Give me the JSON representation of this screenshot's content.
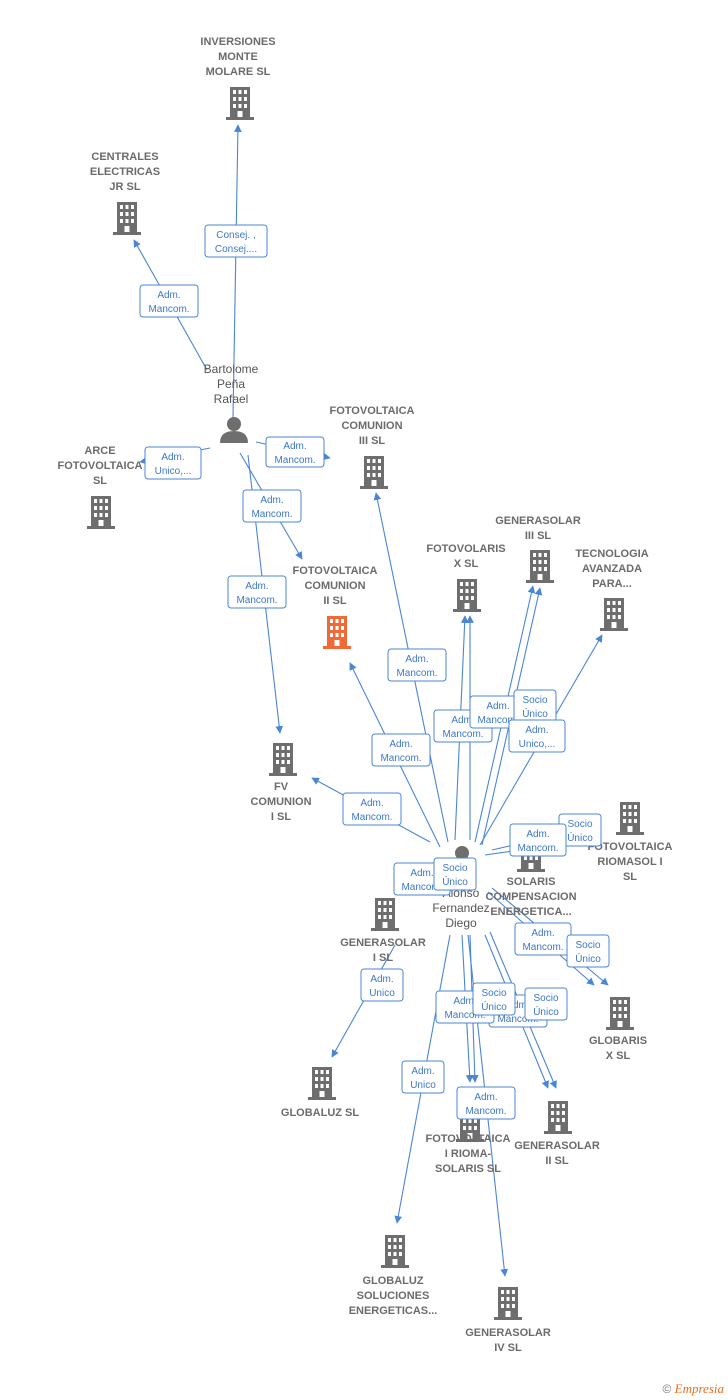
{
  "colors": {
    "edge": "#4a86d4",
    "building": "#6e6e6e",
    "highlight": "#f06a35",
    "person": "#6e6e6e"
  },
  "nodes": [
    {
      "id": "inversiones",
      "type": "company",
      "lines": [
        "INVERSIONES",
        "MONTE",
        "MOLARE  SL"
      ]
    },
    {
      "id": "centrales",
      "type": "company",
      "lines": [
        "CENTRALES",
        "ELECTRICAS",
        "JR SL"
      ]
    },
    {
      "id": "bartolome",
      "type": "person",
      "lines": [
        "Bartolome",
        "Peña",
        "Rafael"
      ]
    },
    {
      "id": "arce",
      "type": "company",
      "lines": [
        "ARCE",
        "FOTOVOLTAICA",
        "SL"
      ]
    },
    {
      "id": "fotoIII",
      "type": "company",
      "lines": [
        "FOTOVOLTAICA",
        "COMUNION",
        "III  SL"
      ]
    },
    {
      "id": "fotoII",
      "type": "company-highlight",
      "lines": [
        "FOTOVOLTAICA",
        "COMUNION",
        "II  SL"
      ]
    },
    {
      "id": "fvI",
      "type": "company",
      "lines": [
        "FV",
        "COMUNION",
        "I  SL"
      ]
    },
    {
      "id": "fotovolaris",
      "type": "company",
      "lines": [
        "FOTOVOLARIS",
        "X  SL"
      ]
    },
    {
      "id": "generasolarIII",
      "type": "company",
      "lines": [
        "GENERASOLAR",
        "III  SL"
      ]
    },
    {
      "id": "tecnologia",
      "type": "company",
      "lines": [
        "TECNOLOGIA",
        "AVANZADA",
        "PARA..."
      ]
    },
    {
      "id": "riomasol",
      "type": "company",
      "lines": [
        "FOTOVOLTAICA",
        "RIOMASOL I",
        "SL"
      ]
    },
    {
      "id": "solaris",
      "type": "company",
      "lines": [
        "SOLARIS",
        "COMPENSACION",
        "ENERGETICA..."
      ]
    },
    {
      "id": "alonso",
      "type": "person",
      "lines": [
        "Alonso",
        "Fernandez",
        "Diego"
      ]
    },
    {
      "id": "generasolarI",
      "type": "company",
      "lines": [
        "GENERASOLAR",
        "I  SL"
      ]
    },
    {
      "id": "globaris",
      "type": "company",
      "lines": [
        "GLOBARIS",
        "X  SL"
      ]
    },
    {
      "id": "globaluz",
      "type": "company",
      "lines": [
        "GLOBALUZ SL"
      ]
    },
    {
      "id": "rioma",
      "type": "company",
      "lines": [
        "FOTOVOLTAICA",
        "I RIOMA-",
        "SOLARIS  SL"
      ]
    },
    {
      "id": "generasolarII",
      "type": "company",
      "lines": [
        "GENERASOLAR",
        "II  SL"
      ]
    },
    {
      "id": "globaluzSol",
      "type": "company",
      "lines": [
        "GLOBALUZ",
        "SOLUCIONES",
        "ENERGETICAS..."
      ]
    },
    {
      "id": "generasolarIV",
      "type": "company",
      "lines": [
        "GENERASOLAR",
        "IV  SL"
      ]
    }
  ],
  "relations": [
    {
      "id": "r-consej",
      "from": "bartolome",
      "to": "inversiones",
      "lines": [
        "Consej. ,",
        "Consej...."
      ]
    },
    {
      "id": "r-b-centrales",
      "from": "bartolome",
      "to": "centrales",
      "lines": [
        "Adm.",
        "Mancom."
      ]
    },
    {
      "id": "r-b-arce",
      "from": "bartolome",
      "to": "arce",
      "lines": [
        "Adm.",
        "Unico,..."
      ]
    },
    {
      "id": "r-b-fotoIII",
      "from": "bartolome",
      "to": "fotoIII",
      "lines": [
        "Adm.",
        "Mancom."
      ]
    },
    {
      "id": "r-b-fotoII",
      "from": "bartolome",
      "to": "fotoII",
      "lines": [
        "Adm.",
        "Mancom."
      ]
    },
    {
      "id": "r-b-fvI",
      "from": "bartolome",
      "to": "fvI",
      "lines": [
        "Adm.",
        "Mancom."
      ]
    },
    {
      "id": "r-a-fotoIII",
      "from": "alonso",
      "to": "fotoIII",
      "lines": [
        "Adm.",
        "Mancom."
      ]
    },
    {
      "id": "r-a-fotoII",
      "from": "alonso",
      "to": "fotoII",
      "lines": [
        "Adm.",
        "Mancom."
      ]
    },
    {
      "id": "r-a-fvI",
      "from": "alonso",
      "to": "fvI",
      "lines": [
        "Adm.",
        "Mancom."
      ]
    },
    {
      "id": "r-a-fotovolaris-1",
      "from": "alonso",
      "to": "fotovolaris",
      "lines": [
        "Adm.",
        "Mancom."
      ]
    },
    {
      "id": "r-a-fotovolaris-2",
      "from": "alonso",
      "to": "fotovolaris",
      "lines": [
        "Adm.",
        "Mancom."
      ]
    },
    {
      "id": "r-a-genIII-1",
      "from": "alonso",
      "to": "generasolarIII",
      "lines": [
        "Socio",
        "Único"
      ]
    },
    {
      "id": "r-a-genIII-2",
      "from": "alonso",
      "to": "generasolarIII",
      "lines": [
        "Adm.",
        "Unico,..."
      ]
    },
    {
      "id": "r-a-tecnologia",
      "from": "alonso",
      "to": "tecnologia",
      "lines": []
    },
    {
      "id": "r-a-riomasol-1",
      "from": "alonso",
      "to": "riomasol",
      "lines": [
        "Socio",
        "Único"
      ]
    },
    {
      "id": "r-a-riomasol-2",
      "from": "alonso",
      "to": "riomasol",
      "lines": [
        "Adm.",
        "Mancom."
      ]
    },
    {
      "id": "r-a-genI-1",
      "from": "alonso",
      "to": "generasolarI",
      "lines": [
        "Adm.",
        "Mancom."
      ]
    },
    {
      "id": "r-a-genI-2",
      "from": "alonso",
      "to": "generasolarI",
      "lines": [
        "Socio",
        "Único"
      ]
    },
    {
      "id": "r-genI-globaluz",
      "from": "generasolarI",
      "to": "globaluz",
      "lines": [
        "Adm.",
        "Unico"
      ]
    },
    {
      "id": "r-a-globaris-1",
      "from": "alonso",
      "to": "globaris",
      "lines": [
        "Adm.",
        "Mancom."
      ]
    },
    {
      "id": "r-a-globaris-2",
      "from": "alonso",
      "to": "globaris",
      "lines": [
        "Socio",
        "Único"
      ]
    },
    {
      "id": "r-a-genII-1",
      "from": "alonso",
      "to": "generasolarII",
      "lines": [
        "Adm.",
        "Mancom."
      ]
    },
    {
      "id": "r-a-genII-2",
      "from": "alonso",
      "to": "generasolarII",
      "lines": [
        "Socio",
        "Único"
      ]
    },
    {
      "id": "r-a-rioma-1",
      "from": "alonso",
      "to": "rioma",
      "lines": [
        "Adm.",
        "Mancom."
      ]
    },
    {
      "id": "r-a-rioma-2",
      "from": "alonso",
      "to": "rioma",
      "lines": [
        "Socio",
        "Único"
      ]
    },
    {
      "id": "r-a-globaluzSol",
      "from": "alonso",
      "to": "globaluzSol",
      "lines": [
        "Adm.",
        "Unico"
      ]
    },
    {
      "id": "r-a-genIV",
      "from": "alonso",
      "to": "generasolarIV",
      "lines": [
        "Adm.",
        "Mancom."
      ]
    }
  ],
  "footer": {
    "copyright": "©",
    "brand": "Empresia"
  }
}
